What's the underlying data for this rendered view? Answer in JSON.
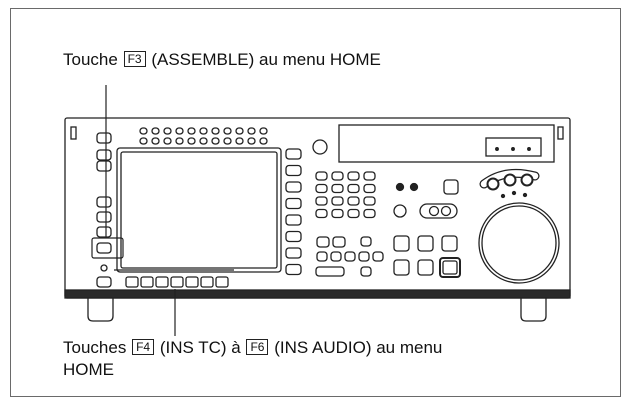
{
  "top_label": {
    "prefix": "Touche",
    "key": "F3",
    "suffix": "(ASSEMBLE) au menu HOME"
  },
  "bottom_label": {
    "prefix": "Touches",
    "key1": "F4",
    "middle": "(INS TC) à",
    "key2": "F6",
    "suffix": "(INS AUDIO) au menu",
    "line2": "HOME"
  },
  "colors": {
    "line": "#222222",
    "panel_fill": "#ffffff",
    "panel_bottom": "#2a2a2a"
  }
}
